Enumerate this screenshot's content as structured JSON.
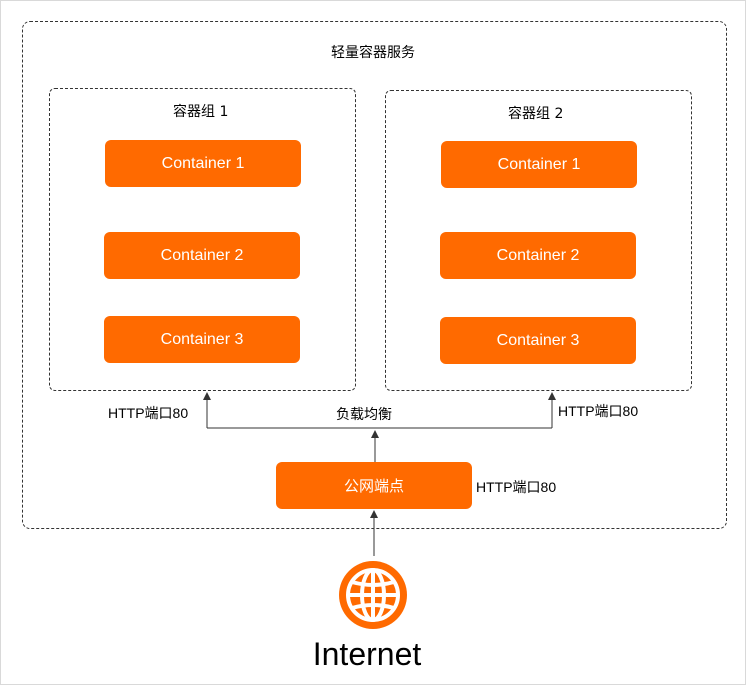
{
  "service": {
    "title": "轻量容器服务"
  },
  "groups": [
    {
      "title": "容器组 1",
      "containers": [
        "Container 1",
        "Container 2",
        "Container 3"
      ]
    },
    {
      "title": "容器组 2",
      "containers": [
        "Container 1",
        "Container 2",
        "Container 3"
      ]
    }
  ],
  "load_balancer": {
    "label": "负载均衡",
    "port_left": "HTTP端口80",
    "port_right": "HTTP端口80"
  },
  "endpoint": {
    "label": "公网端点",
    "port": "HTTP端口80"
  },
  "internet": {
    "label": "Internet",
    "icon": "globe-icon"
  },
  "colors": {
    "accent": "#ff6a00",
    "line": "#333333"
  }
}
